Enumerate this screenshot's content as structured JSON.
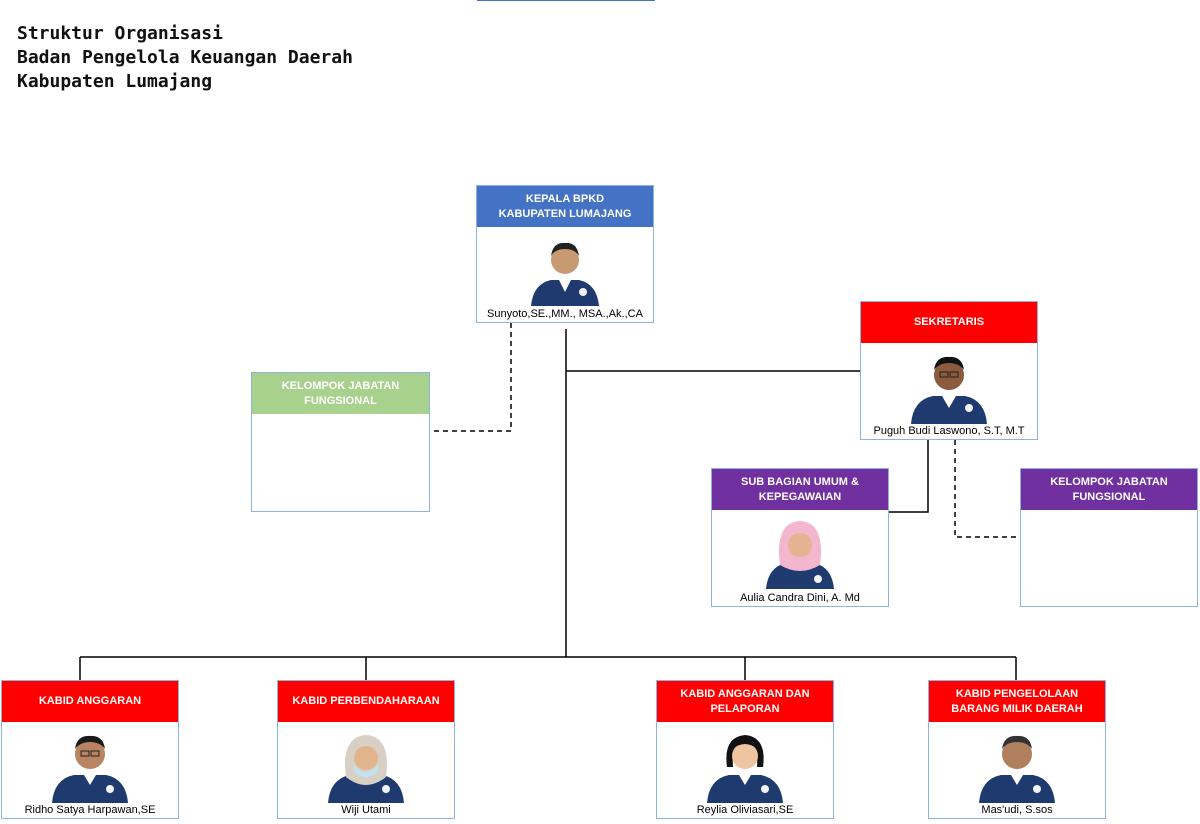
{
  "title": {
    "line1": "Struktur Organisasi",
    "line2": "Badan Pengelola Keuangan Daerah",
    "line3": "Kabupaten Lumajang"
  },
  "colors": {
    "blue": "#4472c4",
    "red": "#ff0000",
    "green": "#a9d18e",
    "purple": "#7030a0",
    "border": "#8db3e2"
  },
  "nodes": {
    "kepala": {
      "title1": "KEPALA BPKD",
      "title2": "KABUPATEN LUMAJANG",
      "name": "Sunyoto,SE.,MM., MSA.,Ak.,CA"
    },
    "sekretaris": {
      "title1": "SEKRETARIS",
      "name": "Puguh Budi Laswono, S.T, M.T"
    },
    "fungsional_left": {
      "title1": "KELOMPOK JABATAN",
      "title2": "FUNGSIONAL"
    },
    "subbag_umum": {
      "title1": "SUB BAGIAN UMUM &",
      "title2": "KEPEGAWAIAN",
      "name": "Aulia Candra Dini, A. Md"
    },
    "fungsional_right": {
      "title1": "KELOMPOK JABATAN",
      "title2": "FUNGSIONAL"
    },
    "kabid_anggaran": {
      "title1": "KABID ANGGARAN",
      "name": "Ridho Satya Harpawan,SE"
    },
    "kabid_perbendaharaan": {
      "title1": "KABID PERBENDAHARAAN",
      "name": "Wiji Utami"
    },
    "kabid_pelaporan": {
      "title1": "KABID ANGGARAN DAN",
      "title2": "PELAPORAN",
      "name": "Reylia Oliviasari,SE"
    },
    "kabid_bmd": {
      "title1": "KABID PENGELOLAAN",
      "title2": "BARANG MILIK DAERAH",
      "name": "Mas'udi, S.sos"
    }
  }
}
